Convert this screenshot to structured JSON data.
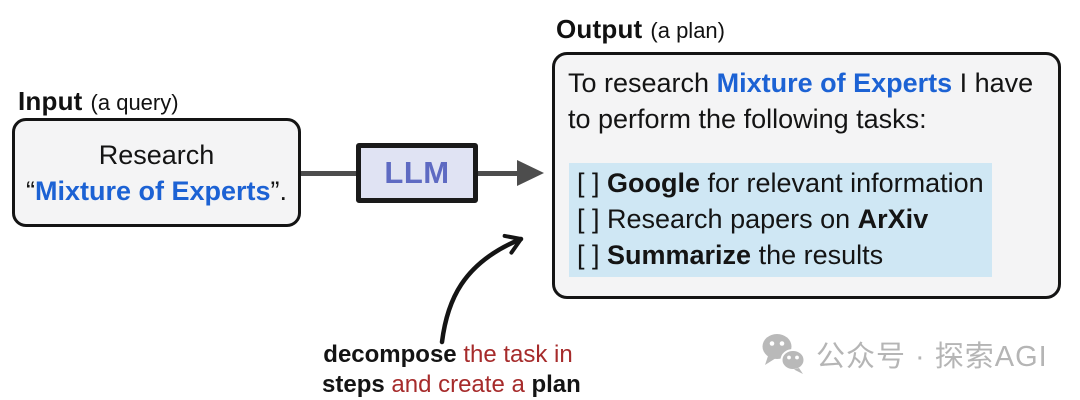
{
  "colors": {
    "accent_blue": "#1c62d4",
    "annotation_red": "#a62b2b",
    "llm_text": "#5e6ac2",
    "llm_bg": "#e0e3f3",
    "task_highlight": "#cfe7f4",
    "box_bg": "#f4f4f5",
    "connector_gray": "#4d4d4d",
    "watermark_gray": "#b5b5b5"
  },
  "input": {
    "label": "Input",
    "label_suffix": "(a query)",
    "line1": "Research",
    "quote_open": "“",
    "phrase": "Mixture of Experts",
    "quote_close": "”."
  },
  "llm": {
    "label": "LLM"
  },
  "output": {
    "label": "Output",
    "label_suffix": "(a plan)",
    "intro_pre": "To research ",
    "intro_phrase": "Mixture of Experts",
    "intro_post": " I have to perform the following tasks:",
    "tasks": {
      "t1": {
        "bracket": "[ ] ",
        "bold": "Google",
        "rest": " for relevant information"
      },
      "t2": {
        "bracket": "[ ] ",
        "pre": "Research papers on ",
        "bold": "ArXiv"
      },
      "t3": {
        "bracket": "[ ] ",
        "bold": "Summarize",
        "rest": " the results"
      }
    }
  },
  "annotation": {
    "bold1": "decompose",
    "red1": " the task in",
    "bold2": "steps",
    "red2": " and create a ",
    "bold3": "plan"
  },
  "watermark": {
    "icon": "wechat-icon",
    "text": "公众号 · 探索AGI"
  }
}
